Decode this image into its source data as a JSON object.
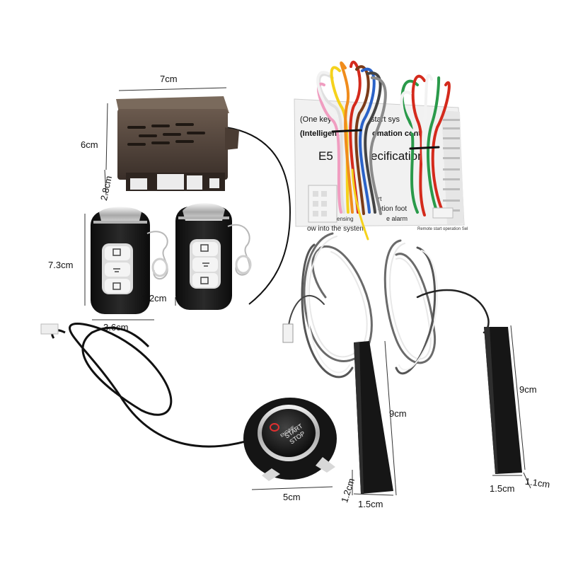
{
  "dimensions": {
    "control_box_width": "7cm",
    "control_box_height": "6cm",
    "control_box_depth": "2.8cm",
    "remote_height": "7.3cm",
    "remote_width": "3.6cm",
    "remote_thickness": "1.2cm",
    "button_diameter": "5cm",
    "antenna_left_length": "9cm",
    "antenna_left_width": "1.5cm",
    "antenna_left_thickness": "1.2cm",
    "antenna_right_length": "9cm",
    "antenna_right_width": "1.5cm",
    "antenna_right_thickness": "1.1cm"
  },
  "manual": {
    "line1": "(One key",
    "line1b": "start sys",
    "line2": "(Intelligent",
    "line2b": "omation contr",
    "heading_left": "E5",
    "heading_right": "ecification",
    "mid_text": "rt",
    "text_a": "otion foot",
    "text_b": "n Vehicle Sensing",
    "text_c": "e alarm",
    "text_d": "ow into the system",
    "text_e": "Remote start operation Sel"
  },
  "button": {
    "line1": "ENGINE",
    "line2": "START",
    "line3": "STOP"
  },
  "colors": {
    "device_black": "#1c1c1c",
    "box_brown": "#3a2f29",
    "chrome": "#c8c8c8",
    "harness_orange": "#f08c1c",
    "harness_red": "#d42a1c",
    "harness_green": "#2a9a4a",
    "button_red_ring": "#e03030",
    "antenna_black": "#161616"
  }
}
